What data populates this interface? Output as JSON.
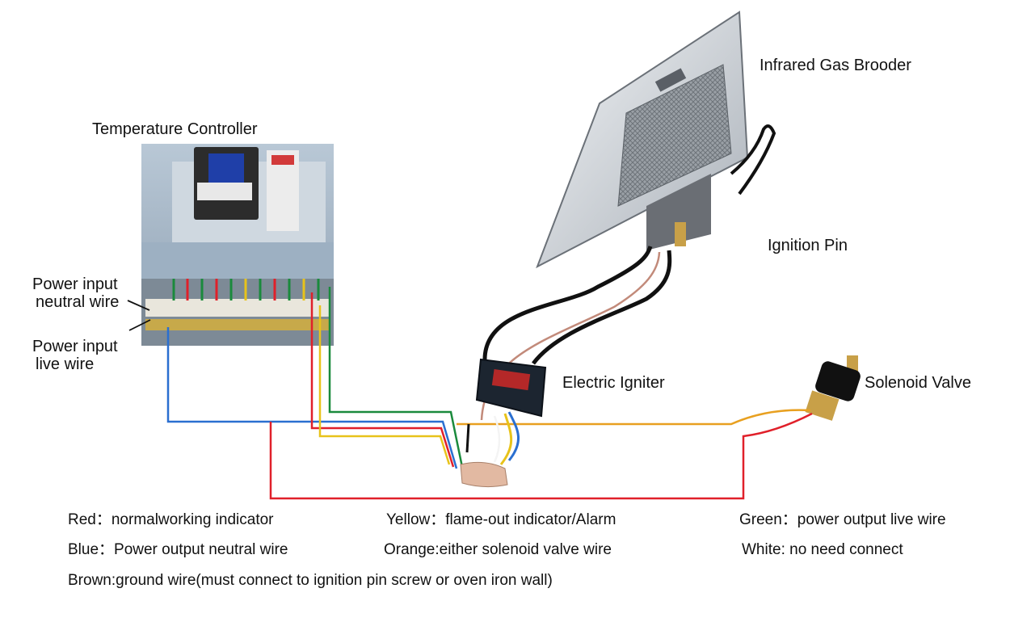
{
  "labels": {
    "temperature_controller": "Temperature Controller",
    "infrared_gas_brooder": "Infrared Gas Brooder",
    "ignition_pin": "Ignition Pin",
    "electric_igniter": "Electric Igniter",
    "solenoid_valve": "Solenoid Valve",
    "power_input_neutral_line1": "Power input",
    "power_input_neutral_line2": "neutral wire",
    "power_input_live_line1": "Power input",
    "power_input_live_line2": "live wire"
  },
  "legend": {
    "red": "Red：normalworking indicator",
    "yellow": "Yellow：flame-out indicator/Alarm",
    "green": "Green：power output live wire",
    "blue": "Blue：Power output neutral wire",
    "orange": "Orange:either solenoid valve wire",
    "white": "White: no need connect",
    "brown": "Brown:ground wire(must connect to ignition pin screw or oven iron wall)"
  },
  "wire_colors": {
    "red": "#e0202a",
    "yellow": "#e8c31a",
    "green": "#1a8a3c",
    "blue": "#2a6fd0",
    "orange": "#e8a020",
    "black": "#111111",
    "brown": "#c28a7a"
  }
}
